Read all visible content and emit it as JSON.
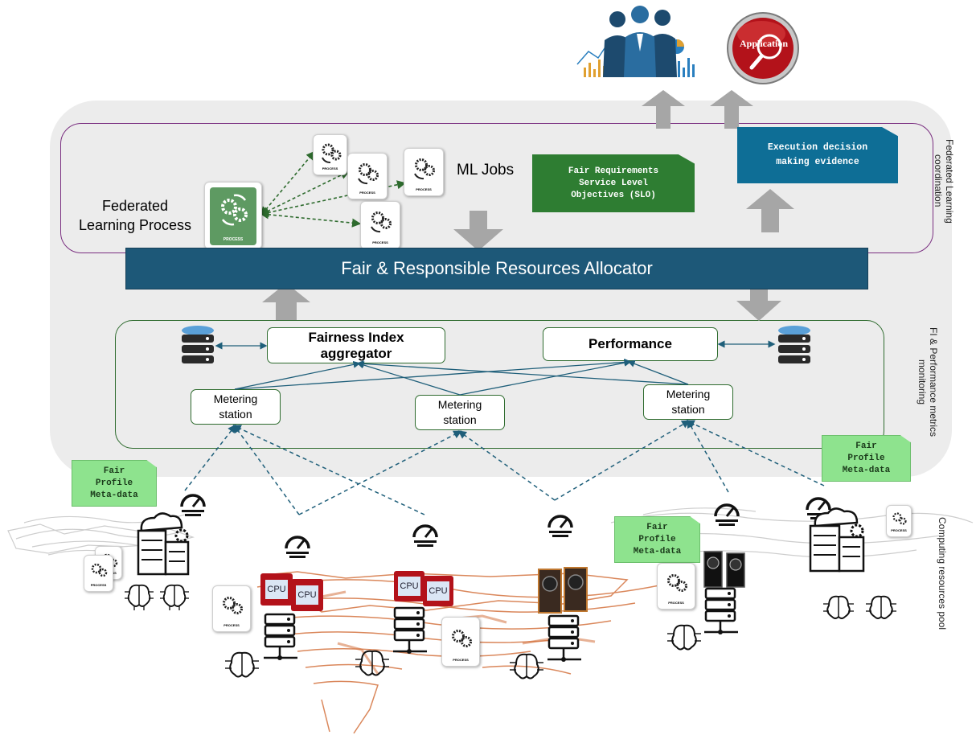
{
  "labels": {
    "federated_process": "Federated\nLearning Process",
    "ml_jobs": "ML Jobs",
    "allocator": "Fair & Responsible Resources Allocator",
    "fairness_index": "Fairness Index\naggregator",
    "performance": "Performance",
    "metering": "Metering\nstation",
    "fair_requirements": "Fair Requirements\nService Level\nObjectives (SLO)",
    "execution_evidence": "Execution decision\nmaking evidence",
    "fair_profile": "Fair\nProfile\nMeta-data",
    "process_tag": "PROCESS",
    "cpu": "CPU",
    "app_badge": "Application",
    "side_federated": "Federated Learning\ncoordination",
    "side_monitoring": "FI & Performance metrics\nmonitoring",
    "side_pool": "Computing resources pool"
  },
  "colors": {
    "allocator_bg": "#1d5878",
    "green_note": "#2e7d32",
    "blue_note": "#0e6e96",
    "light_green_note": "#8ee38e",
    "panel_gray": "#ececec",
    "arrow_gray": "#a6a6a6",
    "map_orange": "#d4733f",
    "link_blue": "#1f5f7a",
    "dashed_green": "#2e6b2e"
  },
  "icons": [
    "gear-process-icon",
    "database-icon",
    "gauge-icon",
    "server-rack-icon",
    "cloud-server-icon",
    "cpu-chip-icon",
    "gpu-card-icon",
    "brain-circuit-icon",
    "business-people-icon",
    "magnifier-icon",
    "up-arrow-icon",
    "down-arrow-icon"
  ]
}
